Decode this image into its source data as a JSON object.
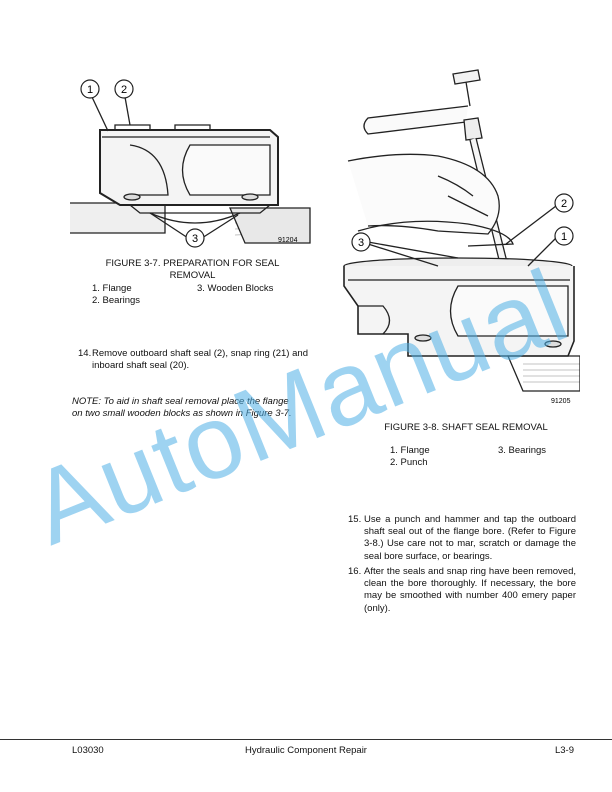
{
  "figure37": {
    "callouts": [
      "1",
      "2",
      "3"
    ],
    "part_number": "91204",
    "caption_line1": "FIGURE 3-7. PREPARATION FOR SEAL",
    "caption_line2": "REMOVAL",
    "legend": {
      "item1": "1. Flange",
      "item2": "2. Bearings",
      "item3": "3. Wooden Blocks"
    }
  },
  "figure38": {
    "callouts": [
      "1",
      "2",
      "3"
    ],
    "part_number": "91205",
    "caption": "FIGURE 3-8. SHAFT SEAL REMOVAL",
    "legend": {
      "item1": "1. Flange",
      "item2": "2. Punch",
      "item3": "3. Bearings"
    }
  },
  "steps": {
    "s14": {
      "number": "14.",
      "text": "Remove outboard shaft seal (2), snap ring (21) and inboard shaft seal (20)."
    },
    "s15": {
      "number": "15.",
      "text": "Use a punch and hammer and tap the outboard shaft seal out of the flange bore. (Refer to Figure 3-8.) Use care not to mar, scratch or damage the seal bore surface, or bearings."
    },
    "s16": {
      "number": "16.",
      "text": "After the seals and snap ring have been removed, clean the bore thoroughly. If necessary, the bore may be smoothed with number 400 emery paper (only)."
    }
  },
  "note": {
    "line1": "NOTE: To aid in shaft seal removal place the flange",
    "line2": "on two small wooden blocks as shown in Figure 3-7."
  },
  "footer": {
    "left": "L03030",
    "center": "Hydraulic Component Repair",
    "right": "L3-9"
  },
  "watermark": "AutoManual"
}
